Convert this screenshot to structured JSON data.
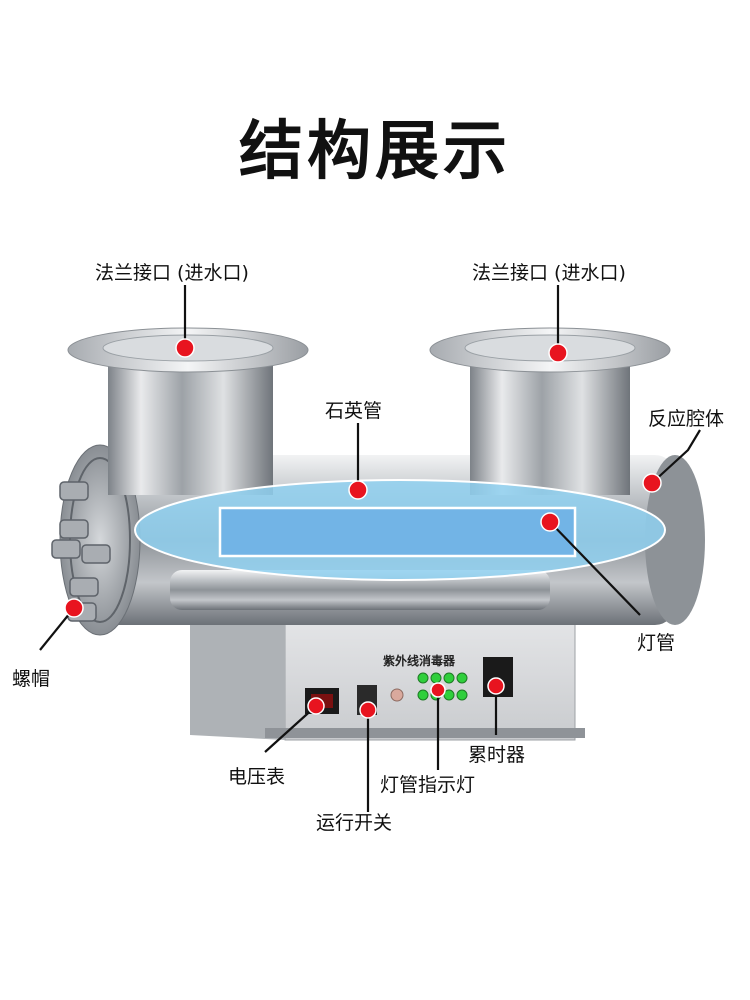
{
  "title": "结构展示",
  "labels": {
    "flange_left": "法兰接口 (进水口)",
    "flange_right": "法兰接口 (进水口)",
    "quartz_tube": "石英管",
    "reaction_chamber": "反应腔体",
    "lamp_tube": "灯管",
    "nut_cap": "螺帽",
    "hour_meter": "累时器",
    "voltmeter": "电压表",
    "lamp_indicator": "灯管指示灯",
    "run_switch": "运行开关"
  },
  "panel": {
    "name": "紫外线消毒器"
  },
  "colors": {
    "marker": "#e8141f",
    "quartz": "#8fd0f0",
    "steel": "#c9ccd0",
    "indicator_led": "#2fcf3c"
  }
}
